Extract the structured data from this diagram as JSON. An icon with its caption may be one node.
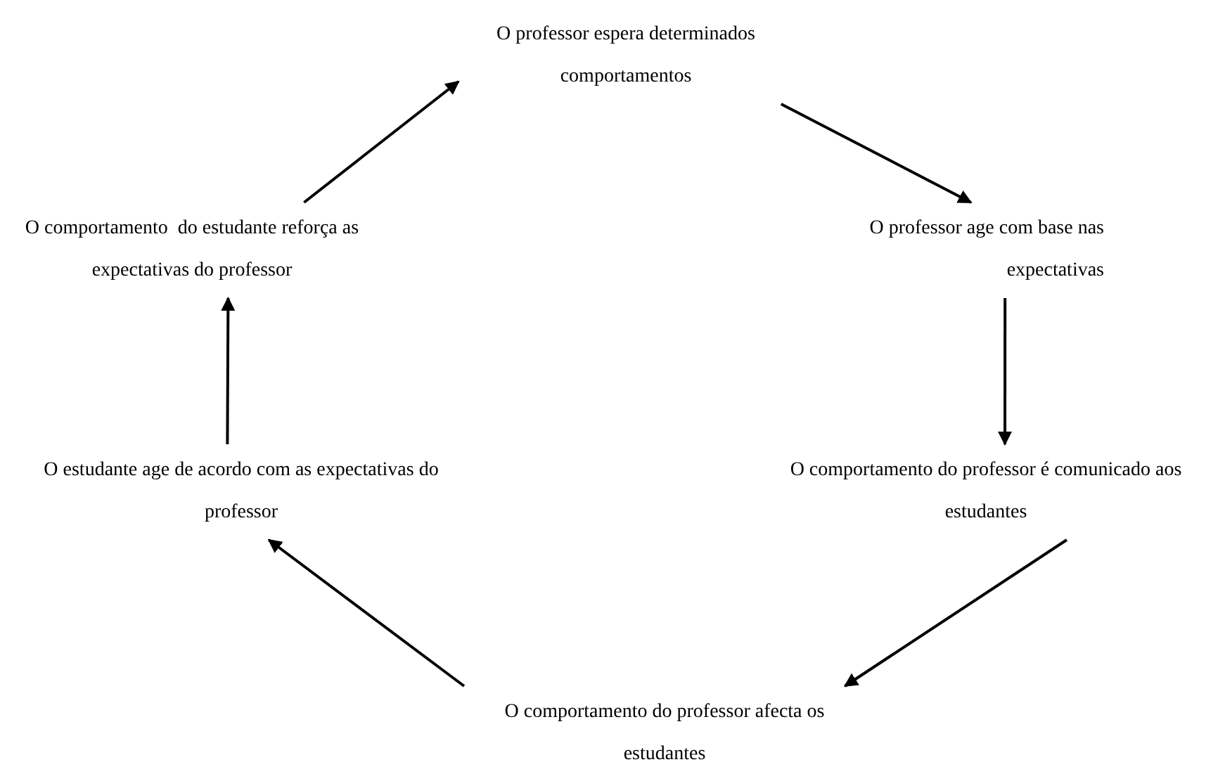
{
  "diagram": {
    "nodes": [
      {
        "text": [
          "O professor espera determinados comportamentos"
        ]
      },
      {
        "text": [
          "O professor age com base nas expectativas"
        ]
      },
      {
        "text": [
          "O comportamento do professor é comunicado aos estudantes"
        ]
      },
      {
        "text": [
          "O comportamento do professor afecta os estudantes"
        ]
      },
      {
        "text": [
          "O estudante age de acordo com as expectativas do professor"
        ]
      },
      {
        "text": [
          "O comportamento  do estudante reforça as expectativas do professor"
        ]
      }
    ],
    "edges": [
      {
        "from": 5,
        "to": 0,
        "arrow": "to"
      },
      {
        "from": 0,
        "to": 1,
        "arrow": "to"
      },
      {
        "from": 1,
        "to": 2,
        "arrow": "to"
      },
      {
        "from": 2,
        "to": 3,
        "arrow": "to"
      },
      {
        "from": 3,
        "to": 4,
        "arrow": "to"
      },
      {
        "from": 4,
        "to": 5,
        "arrow": "to"
      }
    ]
  }
}
